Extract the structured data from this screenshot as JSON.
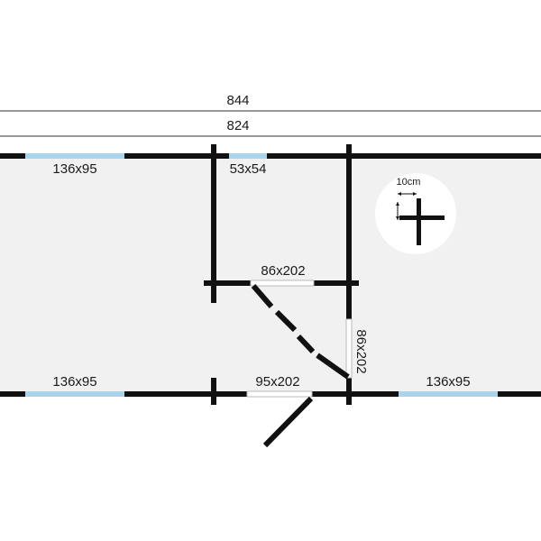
{
  "dimensions": {
    "outer_width": "844",
    "inner_width": "824"
  },
  "openings": {
    "window_top_left": "136x95",
    "window_top_middle": "53x54",
    "door_interior": "86x202",
    "door_side": "86x202",
    "window_bottom_left": "136x95",
    "door_entrance": "95x202",
    "window_bottom_right": "136x95"
  },
  "wall_detail": {
    "thickness_label": "10cm"
  },
  "colors": {
    "wall": "#111111",
    "floor": "#f1f1f1",
    "window": "#a9d5ec",
    "detail_circle": "#ffffff"
  }
}
